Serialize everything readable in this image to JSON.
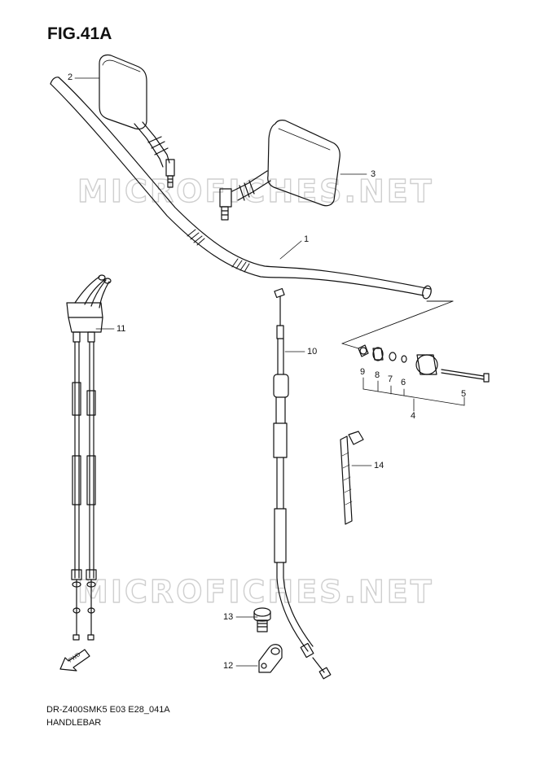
{
  "figure_title": "FIG.41A",
  "watermark": "MICROFICHES.NET",
  "model_code": "DR-Z400SMK5 E03 E28_041A",
  "caption": "HANDLEBAR",
  "fwd_label": "FWD",
  "callouts": [
    "1",
    "2",
    "3",
    "4",
    "5",
    "6",
    "7",
    "8",
    "9",
    "10",
    "11",
    "12",
    "13",
    "14"
  ]
}
